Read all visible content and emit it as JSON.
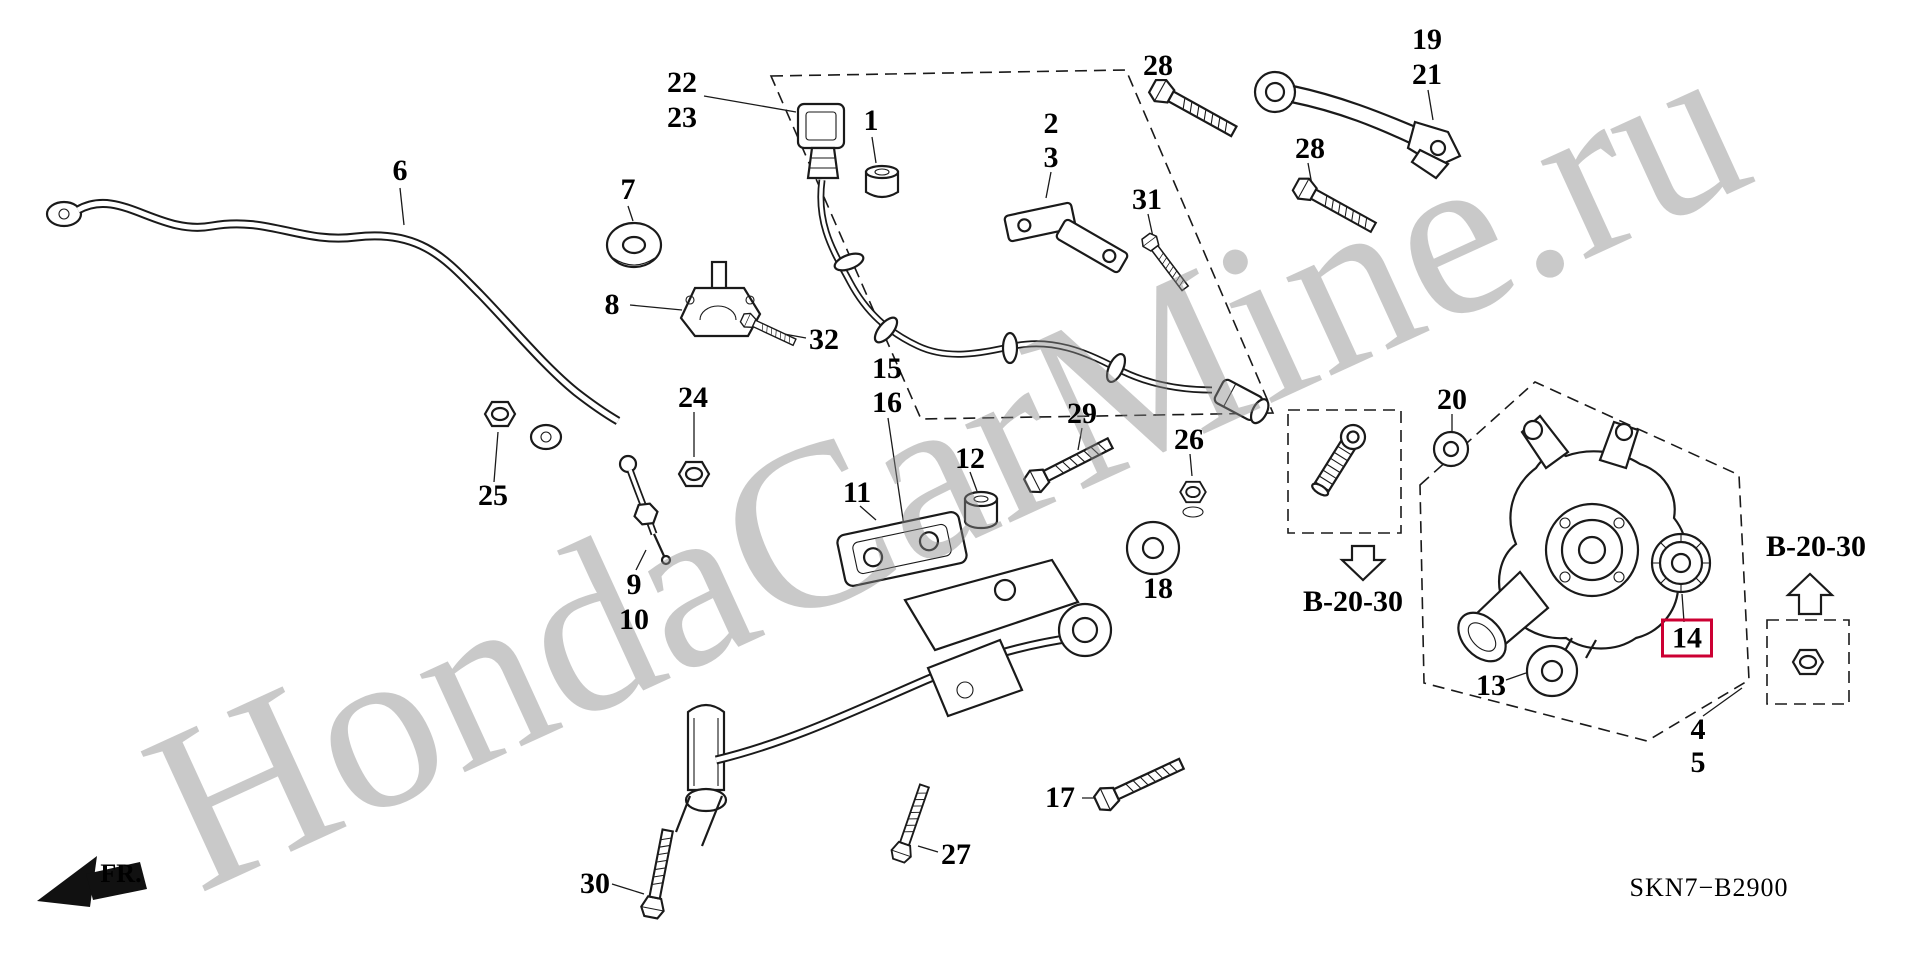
{
  "meta": {
    "watermark": "HondaCarMine.ru",
    "diagram_code": "SKN7−B2900",
    "fr_label": "FR."
  },
  "refs": {
    "left": "B-20-30",
    "right": "B-20-30"
  },
  "highlight": {
    "part": "14",
    "color": "#cc0033"
  },
  "colors": {
    "line": "#1a1a1a",
    "background": "#ffffff",
    "watermark": "#8a8a8a"
  },
  "labels": [
    {
      "num": "22"
    },
    {
      "num": "23"
    },
    {
      "num": "1"
    },
    {
      "num": "2"
    },
    {
      "num": "3"
    },
    {
      "num": "28"
    },
    {
      "num": "19"
    },
    {
      "num": "21"
    },
    {
      "num": "28"
    },
    {
      "num": "31"
    },
    {
      "num": "6"
    },
    {
      "num": "7"
    },
    {
      "num": "8"
    },
    {
      "num": "32"
    },
    {
      "num": "15"
    },
    {
      "num": "16"
    },
    {
      "num": "24"
    },
    {
      "num": "29"
    },
    {
      "num": "20"
    },
    {
      "num": "26"
    },
    {
      "num": "12"
    },
    {
      "num": "25"
    },
    {
      "num": "11"
    },
    {
      "num": "18"
    },
    {
      "num": "9"
    },
    {
      "num": "10"
    },
    {
      "num": "13"
    },
    {
      "num": "14"
    },
    {
      "num": "4"
    },
    {
      "num": "5"
    },
    {
      "num": "17"
    },
    {
      "num": "27"
    },
    {
      "num": "30"
    }
  ]
}
